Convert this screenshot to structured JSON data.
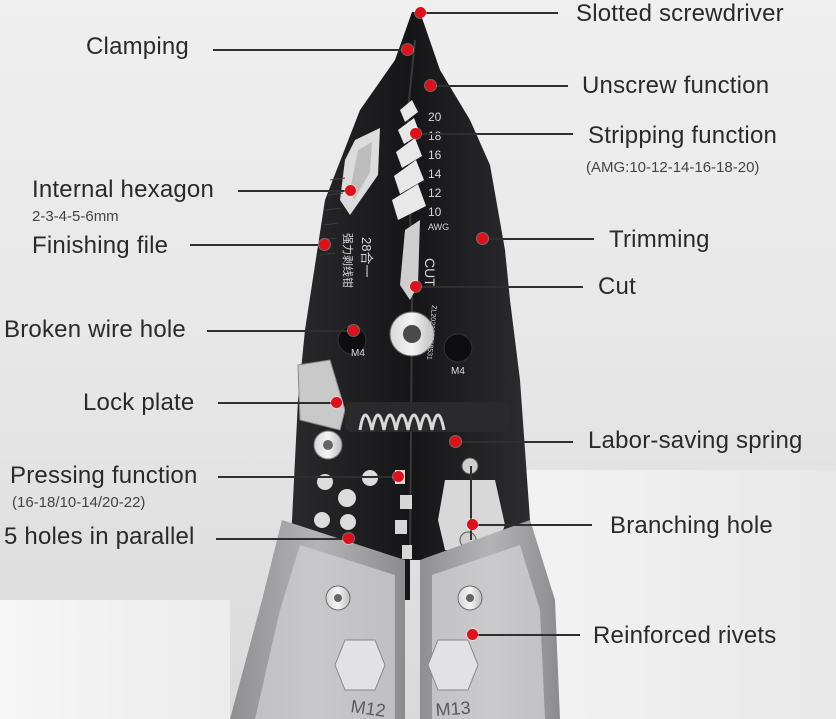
{
  "labels": {
    "slotted_screwdriver": "Slotted screwdriver",
    "clamping": "Clamping",
    "unscrew_function": "Unscrew function",
    "stripping_function": "Stripping function",
    "stripping_sub": "(AMG:10-12-14-16-18-20)",
    "internal_hexagon": "Internal hexagon",
    "internal_hexagon_sub": "2-3-4-5-6mm",
    "finishing_file": "Finishing file",
    "trimming": "Trimming",
    "cut": "Cut",
    "broken_wire_hole": "Broken wire hole",
    "lock_plate": "Lock plate",
    "labor_saving_spring": "Labor-saving spring",
    "pressing_function": "Pressing function",
    "pressing_sub": "(16-18/10-14/20-22)",
    "branching_hole": "Branching hole",
    "five_holes": "5 holes in parallel",
    "reinforced_rivets": "Reinforced rivets"
  },
  "tool_marks": {
    "awg_numbers": [
      "20",
      "18",
      "16",
      "14",
      "12",
      "10"
    ],
    "awg_unit": "AWG",
    "cut_text": "CUT",
    "chinese_text": "28合一",
    "chinese_text2": "强力剥线钳",
    "serial": "ZL202322768531",
    "m4_left": "M4",
    "m4_right": "M4",
    "m12": "M12",
    "m13": "M13"
  },
  "colors": {
    "marker": "#e0101a",
    "leader": "#2f2f2f",
    "steel_dark": "#1c1c1e",
    "handle_gray": "#9a9a9c"
  }
}
